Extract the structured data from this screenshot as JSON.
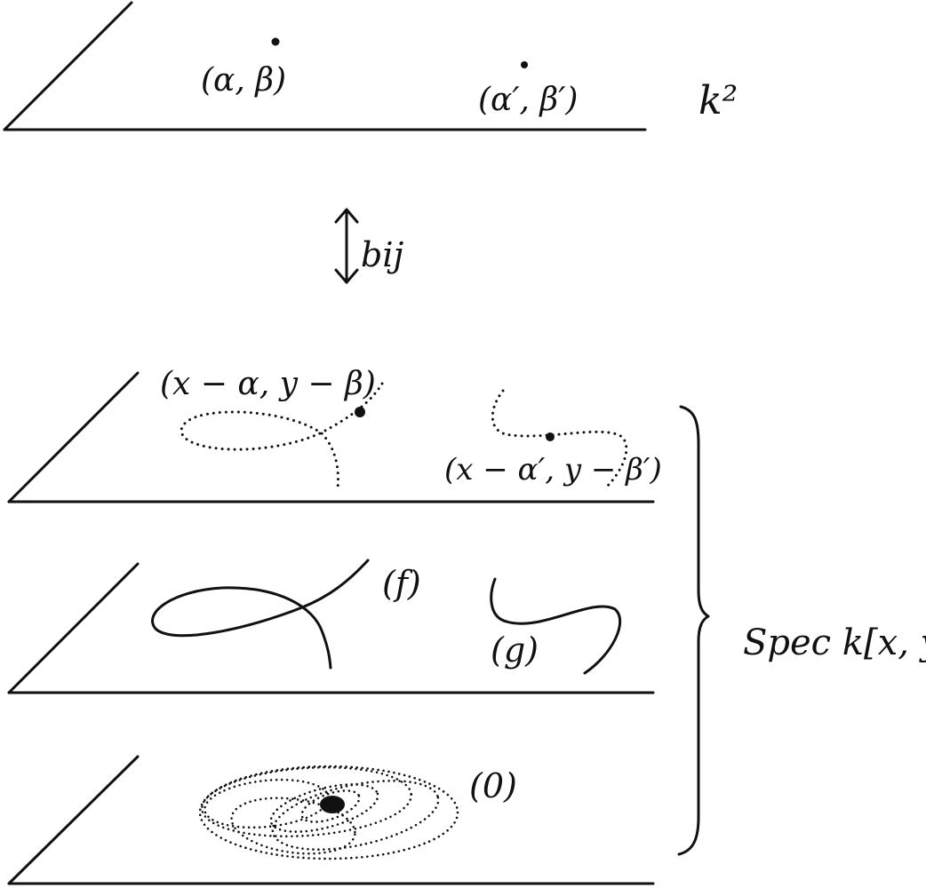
{
  "labels": {
    "point_a": "(α, β)",
    "point_b": "(α′, β′)",
    "plane_top": "k²",
    "bijection": "bij",
    "ideal_a": "(x − α, y − β)",
    "ideal_b": "(x − α′, y − β′)",
    "ideal_f": "(f)",
    "ideal_g": "(g)",
    "ideal_zero": "(0)",
    "spectrum": "Spec k[x, y]"
  },
  "colors": {
    "ink": "#111111",
    "background": "#ffffff"
  }
}
